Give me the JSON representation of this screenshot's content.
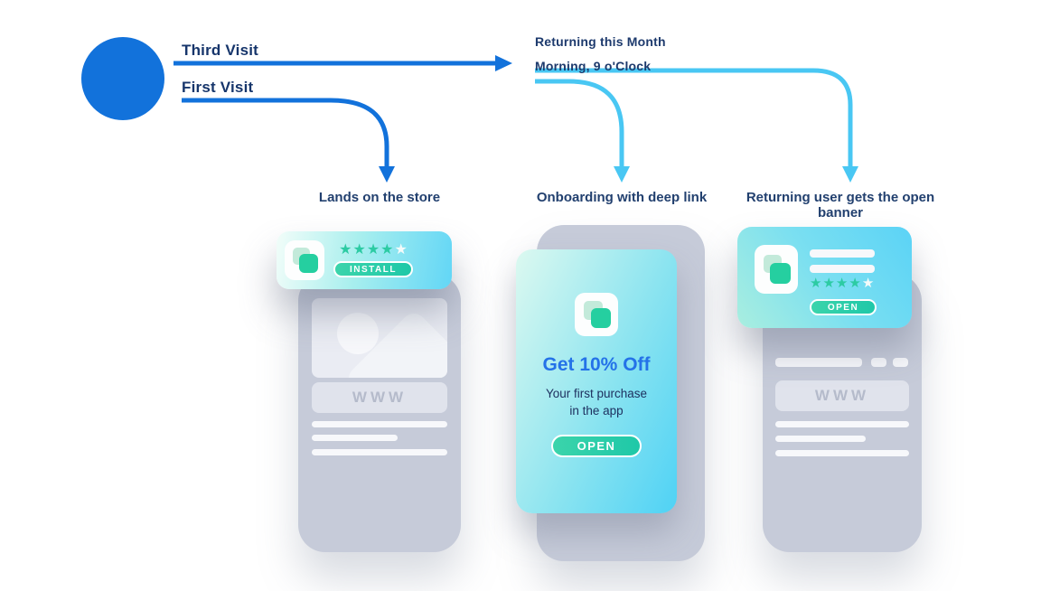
{
  "diagram_title": "web-to-app smart banner user journey",
  "colors": {
    "accent_blue": "#1272db",
    "accent_cyan": "#49c7f3",
    "navy_text": "#16356b",
    "teal": "#25cfa0",
    "phone_gray": "#c6cbd9",
    "offer_title_blue": "#2472e8"
  },
  "user": {
    "icon": "user-dot-icon"
  },
  "flow_labels": {
    "third_visit": "Third Visit",
    "first_visit": "First Visit",
    "rule_top": "Returning this Month",
    "rule_bottom": "Morning, 9 o'Clock"
  },
  "captions": {
    "left": "Lands on the store",
    "middle": "Onboarding with deep link",
    "right": "Returning user gets the open banner"
  },
  "phone_left": {
    "banner": {
      "app_icon": "app-icon",
      "rating_filled_stars": 4,
      "rating_total_stars": 5,
      "button_label": "INSTALL"
    },
    "url_placeholder": "WWW"
  },
  "phone_middle": {
    "app_icon": "app-icon",
    "offer_title": "Get 10% Off",
    "offer_line1": "Your first purchase",
    "offer_line2": "in the app",
    "button_label": "OPEN"
  },
  "phone_right": {
    "banner": {
      "app_icon": "app-icon",
      "rating_filled_stars": 4,
      "rating_total_stars": 5,
      "button_label": "OPEN"
    },
    "url_placeholder": "WWW"
  }
}
